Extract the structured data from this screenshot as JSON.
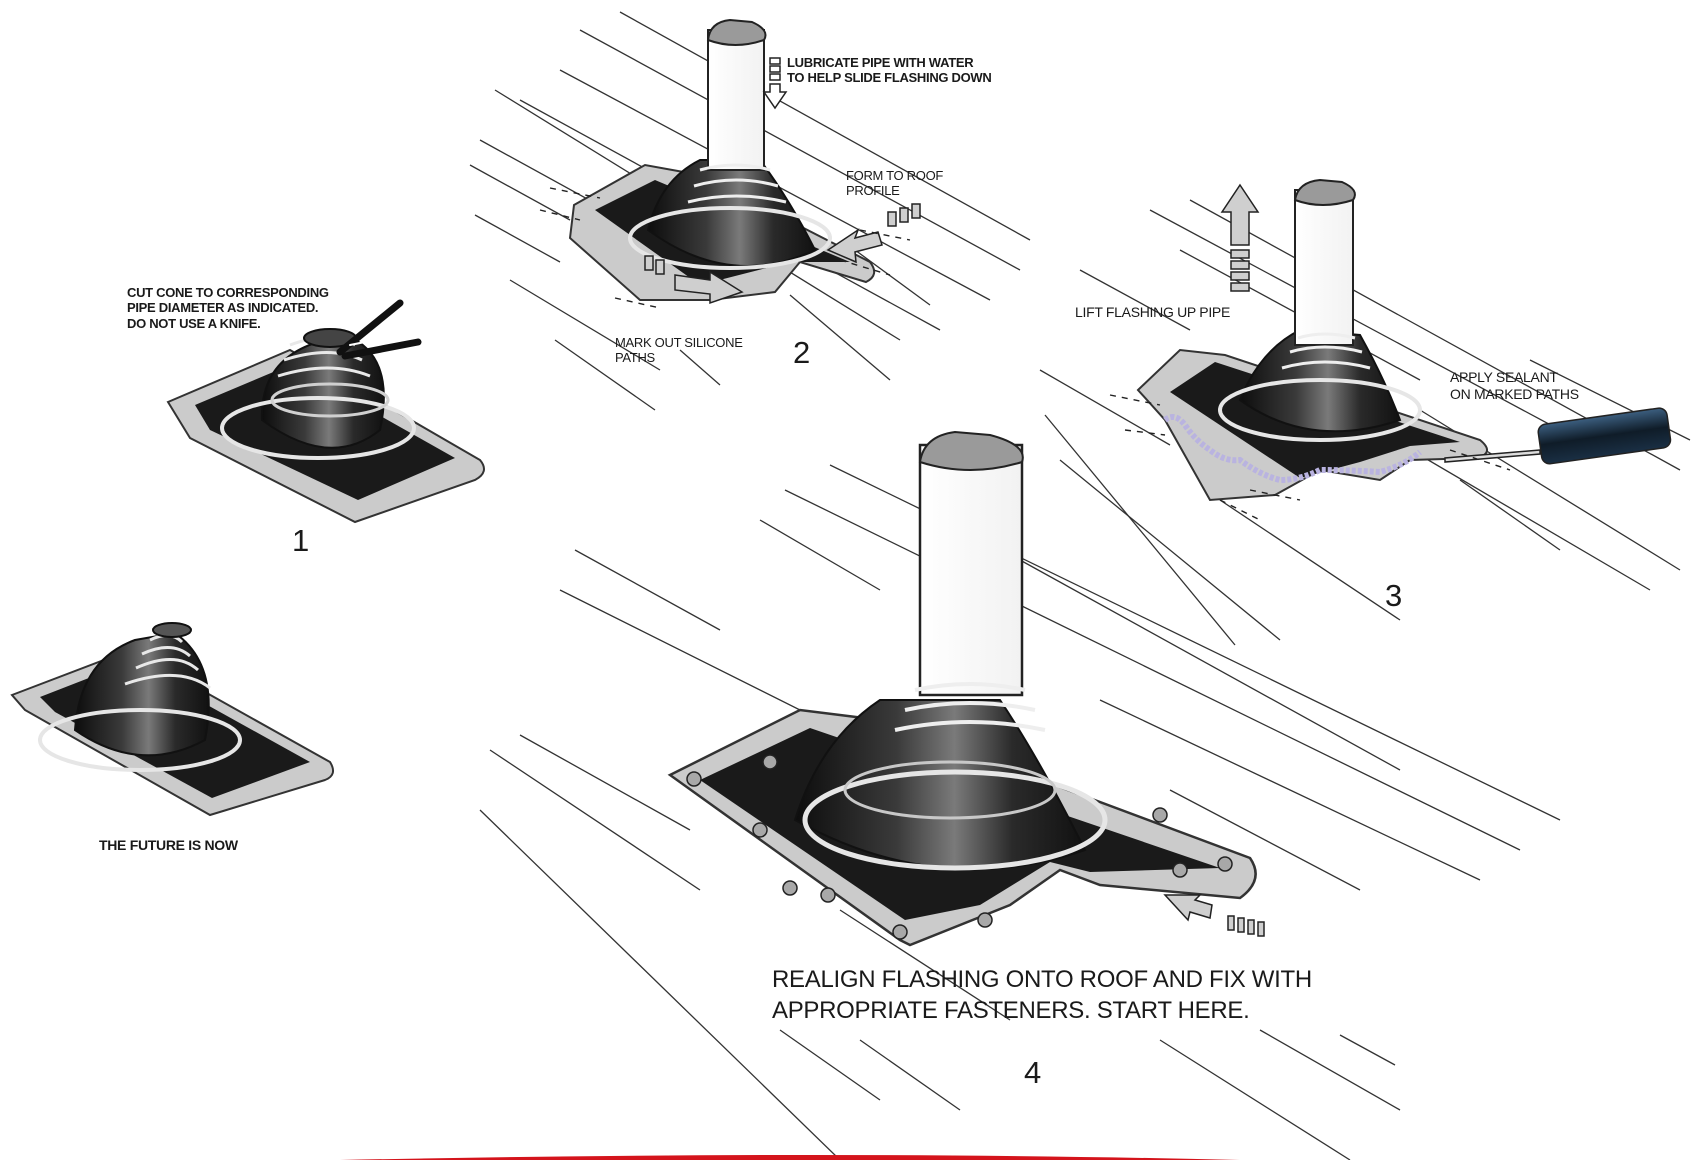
{
  "labels": {
    "cut_cone": [
      "CUT CONE TO CORRESPONDING",
      "PIPE DIAMETER AS INDICATED.",
      "DO NOT USE A KNIFE."
    ],
    "lubricate": [
      "LUBRICATE PIPE WITH WATER",
      "TO HELP SLIDE FLASHING DOWN"
    ],
    "form_roof": [
      "FORM TO ROOF",
      "PROFILE"
    ],
    "mark_silicone": [
      "MARK OUT SILICONE",
      "PATHS"
    ],
    "lift_flashing": "LIFT FLASHING UP PIPE",
    "apply_sealant": [
      "APPLY SEALANT",
      "ON MARKED PATHS"
    ],
    "future": "THE FUTURE IS NOW",
    "realign": [
      "REALIGN FLASHING ONTO ROOF AND FIX WITH",
      "APPROPRIATE FASTENERS.  START HERE."
    ]
  },
  "steps": {
    "one": "1",
    "two": "2",
    "three": "3",
    "four": "4"
  },
  "colors": {
    "flange_gray": "#c9c9c9",
    "boot_black": "#1c1c1c",
    "sealant_lavender": "#b9b3e0",
    "banner_red": "#d4141c"
  }
}
